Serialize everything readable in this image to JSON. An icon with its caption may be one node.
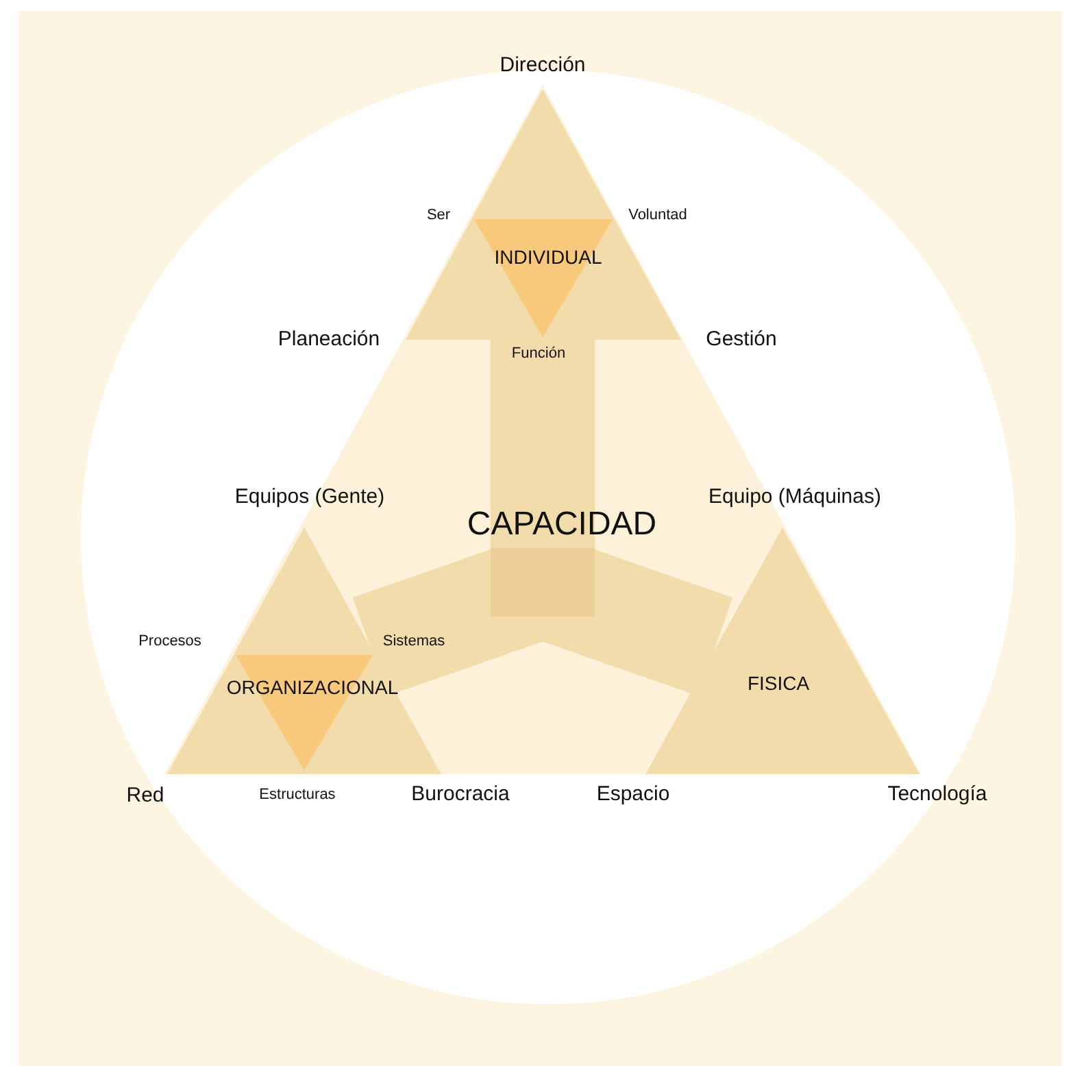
{
  "diagram": {
    "nodes": [
      {
        "text": [
          "CAPACIDAD"
        ]
      },
      {
        "text": [
          "INDIVIDUAL"
        ],
        "in": 0
      },
      {
        "text": [
          "ORGANIZACIONAL"
        ],
        "in": 0
      },
      {
        "text": [
          "FISICA"
        ],
        "in": 0
      },
      {
        "text": [],
        "shape": "box",
        "in": 0
      }
    ],
    "edges": [
      {
        "from": 4,
        "to": 1,
        "arrow": "none"
      },
      {
        "from": 4,
        "to": 2,
        "arrow": "none"
      },
      {
        "from": 4,
        "to": 3,
        "arrow": "none"
      }
    ],
    "labels": [
      "Dirección",
      "Ser",
      "Voluntad",
      "Planeación",
      "Gestión",
      "Función",
      "Equipos (Gente)",
      "Equipo (Máquinas)",
      "Procesos",
      "Sistemas",
      "Red",
      "Estructuras",
      "Burocracia",
      "Espacio",
      "Tecnología"
    ]
  }
}
